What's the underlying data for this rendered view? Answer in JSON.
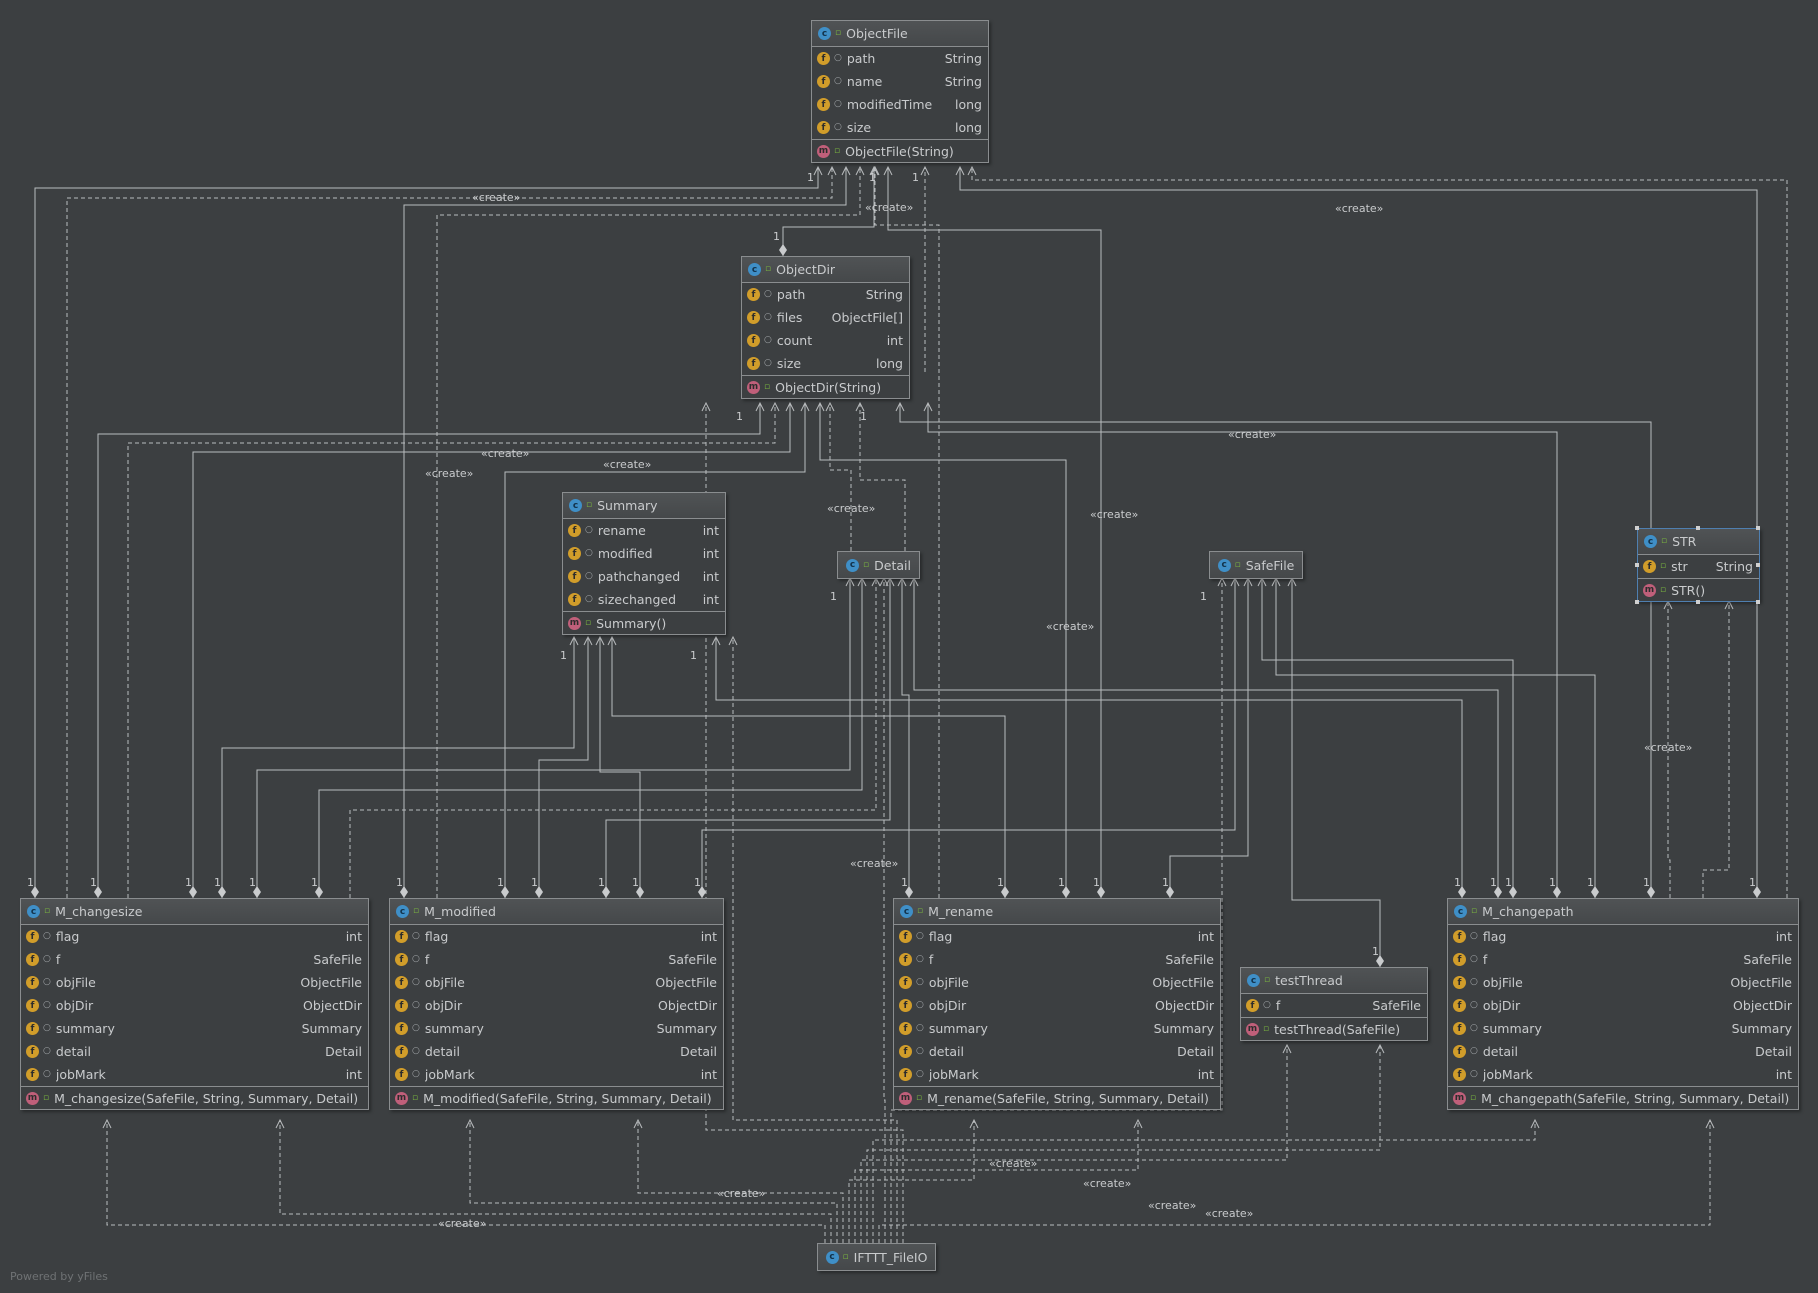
{
  "classes": {
    "objectfile": {
      "name": "ObjectFile",
      "fields": [
        {
          "name": "path",
          "type": "String"
        },
        {
          "name": "name",
          "type": "String"
        },
        {
          "name": "modifiedTime",
          "type": "long"
        },
        {
          "name": "size",
          "type": "long"
        }
      ],
      "methods": [
        {
          "name": "ObjectFile(String)"
        }
      ]
    },
    "objectdir": {
      "name": "ObjectDir",
      "fields": [
        {
          "name": "path",
          "type": "String"
        },
        {
          "name": "files",
          "type": "ObjectFile[]"
        },
        {
          "name": "count",
          "type": "int"
        },
        {
          "name": "size",
          "type": "long"
        }
      ],
      "methods": [
        {
          "name": "ObjectDir(String)"
        }
      ]
    },
    "summary": {
      "name": "Summary",
      "fields": [
        {
          "name": "rename",
          "type": "int"
        },
        {
          "name": "modified",
          "type": "int"
        },
        {
          "name": "pathchanged",
          "type": "int"
        },
        {
          "name": "sizechanged",
          "type": "int"
        }
      ],
      "methods": [
        {
          "name": "Summary()"
        }
      ]
    },
    "detail": {
      "name": "Detail",
      "fields": [],
      "methods": []
    },
    "safefile": {
      "name": "SafeFile",
      "fields": [],
      "methods": []
    },
    "str": {
      "name": "STR",
      "fields": [
        {
          "name": "str",
          "type": "String"
        }
      ],
      "methods": [
        {
          "name": "STR()"
        }
      ]
    },
    "m_changesize": {
      "name": "M_changesize",
      "fields": [
        {
          "name": "flag",
          "type": "int"
        },
        {
          "name": "f",
          "type": "SafeFile"
        },
        {
          "name": "objFile",
          "type": "ObjectFile"
        },
        {
          "name": "objDir",
          "type": "ObjectDir"
        },
        {
          "name": "summary",
          "type": "Summary"
        },
        {
          "name": "detail",
          "type": "Detail"
        },
        {
          "name": "jobMark",
          "type": "int"
        }
      ],
      "methods": [
        {
          "name": "M_changesize(SafeFile, String, Summary, Detail)"
        }
      ]
    },
    "m_modified": {
      "name": "M_modified",
      "fields": [
        {
          "name": "flag",
          "type": "int"
        },
        {
          "name": "f",
          "type": "SafeFile"
        },
        {
          "name": "objFile",
          "type": "ObjectFile"
        },
        {
          "name": "objDir",
          "type": "ObjectDir"
        },
        {
          "name": "summary",
          "type": "Summary"
        },
        {
          "name": "detail",
          "type": "Detail"
        },
        {
          "name": "jobMark",
          "type": "int"
        }
      ],
      "methods": [
        {
          "name": "M_modified(SafeFile, String, Summary, Detail)"
        }
      ]
    },
    "m_rename": {
      "name": "M_rename",
      "fields": [
        {
          "name": "flag",
          "type": "int"
        },
        {
          "name": "f",
          "type": "SafeFile"
        },
        {
          "name": "objFile",
          "type": "ObjectFile"
        },
        {
          "name": "objDir",
          "type": "ObjectDir"
        },
        {
          "name": "summary",
          "type": "Summary"
        },
        {
          "name": "detail",
          "type": "Detail"
        },
        {
          "name": "jobMark",
          "type": "int"
        }
      ],
      "methods": [
        {
          "name": "M_rename(SafeFile, String, Summary, Detail)"
        }
      ]
    },
    "testthread": {
      "name": "testThread",
      "fields": [
        {
          "name": "f",
          "type": "SafeFile"
        }
      ],
      "methods": [
        {
          "name": "testThread(SafeFile)"
        }
      ]
    },
    "m_changepath": {
      "name": "M_changepath",
      "fields": [
        {
          "name": "flag",
          "type": "int"
        },
        {
          "name": "f",
          "type": "SafeFile"
        },
        {
          "name": "objFile",
          "type": "ObjectFile"
        },
        {
          "name": "objDir",
          "type": "ObjectDir"
        },
        {
          "name": "summary",
          "type": "Summary"
        },
        {
          "name": "detail",
          "type": "Detail"
        },
        {
          "name": "jobMark",
          "type": "int"
        }
      ],
      "methods": [
        {
          "name": "M_changepath(SafeFile, String, Summary, Detail)"
        }
      ]
    },
    "ifttt_fileio": {
      "name": "IFTTT_FileIO",
      "fields": [],
      "methods": []
    }
  },
  "edge_labels": {
    "create": "«create»",
    "multiplicity_one": "1"
  },
  "footer": "Powered by yFiles",
  "colors": {
    "background": "#3c3f41",
    "line": "#b9bcbe",
    "border": "#8a8d8f",
    "class_icon": "#3f8fc7",
    "field_icon": "#d19d2a",
    "method_icon": "#c05f7a",
    "public_marker": "#79b33f",
    "selection": "#4f7fb0"
  }
}
